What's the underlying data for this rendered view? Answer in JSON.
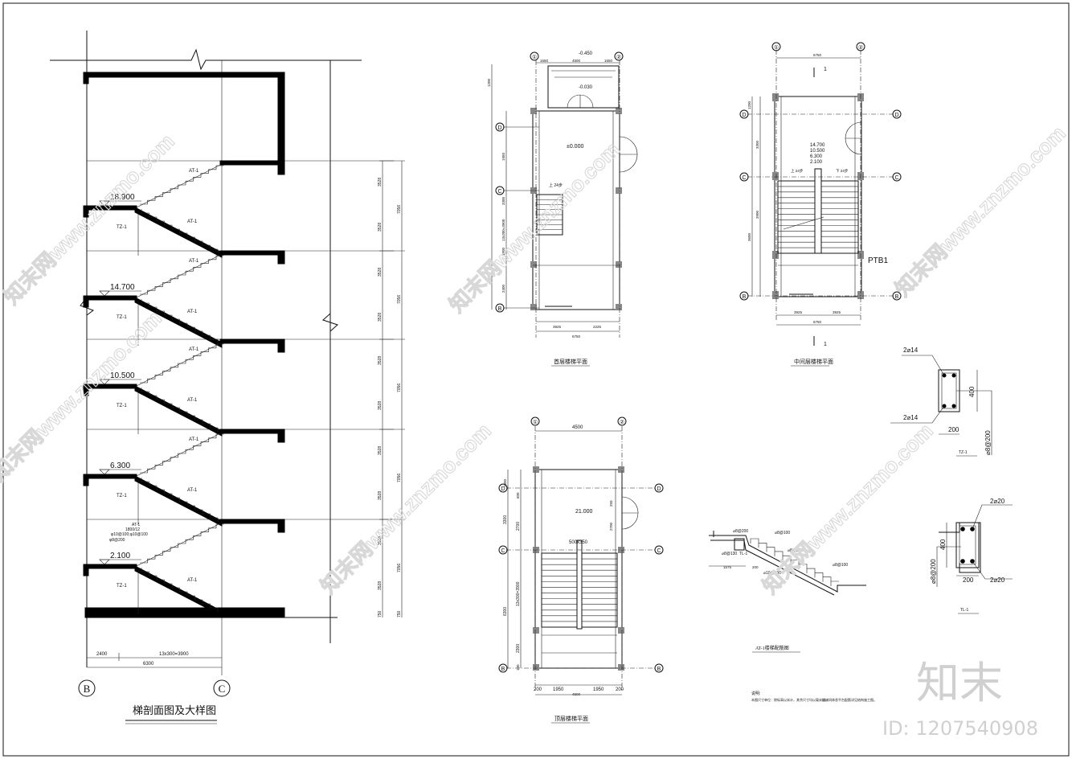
{
  "section": {
    "title": "梯剖面图及大样图",
    "axis_left": "B",
    "axis_right": "C",
    "levels": [
      {
        "elev": "18.900",
        "lower": "TZ-1",
        "upper": "AT-1",
        "upper2": "AT-1"
      },
      {
        "elev": "14.700",
        "lower": "TZ-1",
        "upper": "AT-1",
        "upper2": "AT-1"
      },
      {
        "elev": "10.500",
        "lower": "TZ-1",
        "upper": "AT-1",
        "upper2": "AT-1"
      },
      {
        "elev": "6.300",
        "lower": "TZ-1",
        "upper": "AT-1",
        "upper2": "AT-1"
      },
      {
        "elev": "2.100",
        "lower": "TZ-1",
        "upper": "AT-1",
        "upper2": "AT-1"
      }
    ],
    "first_flight_notes": [
      "AT-1",
      "1800/12",
      "φ10@100;φ10@100",
      "φ8@200"
    ],
    "dim_right_half": "3528",
    "dim_right_full": "7056",
    "dim_right_bottom": "750",
    "dim_bottom_a": "2400",
    "dim_bottom_b": "13x300=3900",
    "dim_bottom_total": "6300"
  },
  "plan_ground": {
    "caption": "首层楼梯平面",
    "axis_top": [
      "①",
      "②"
    ],
    "axis_side": [
      "D",
      "C",
      "B"
    ],
    "elev_top": "-0.450",
    "elev_step": "-0.030",
    "elev_floor": "±0.000",
    "stair_note": "上 24步",
    "dim_top": [
      "1650",
      "4500",
      "1650"
    ],
    "dim_bottom": [
      "3925",
      "2225"
    ],
    "dim_total": "6750",
    "dim_side": [
      "1200",
      "1950",
      "3300",
      "1800",
      "13x300=3900",
      "2400"
    ]
  },
  "plan_mid": {
    "caption": "中间层楼梯平面",
    "axis_top": [
      "①",
      "②"
    ],
    "axis_side": [
      "D",
      "C",
      "B"
    ],
    "section_mark": "1",
    "dim_total": "6750",
    "elevs": [
      "14.700",
      "10.500",
      "6.300",
      "2.100"
    ],
    "up_note": "上 24步",
    "down_note": "下 24步",
    "ptb": "PTB1",
    "dim_bottom": [
      "3925",
      "3925"
    ],
    "dim_side": [
      "1200",
      "3300",
      "3900",
      "3600"
    ]
  },
  "plan_top": {
    "caption": "顶层楼梯平面",
    "axis_top": [
      "①",
      "②"
    ],
    "axis_side": [
      "D",
      "C",
      "B"
    ],
    "dim_top": "4500",
    "elev": "21.000",
    "note": "500x350",
    "dim_bottom": [
      "200",
      "1950",
      "1950",
      "200"
    ],
    "dim_bottom_total": "4500",
    "dim_side": [
      "1000",
      "600",
      "2700",
      "3300",
      "13x300=3900",
      "6300",
      "2300",
      "100"
    ],
    "dim_right": [
      "250",
      "2700"
    ]
  },
  "detail_tz": {
    "caption": "TZ-1",
    "top": "2⌀14",
    "bottom": "2⌀14",
    "height": "400",
    "width": "200",
    "stirrup": "⌀8@200"
  },
  "detail_tl": {
    "caption": "TL-1",
    "top": "2⌀20",
    "bottom": "2⌀20",
    "height": "400",
    "width": "200",
    "stirrup": "⌀8@200"
  },
  "detail_at": {
    "caption": "AT-1楼梯配筋图",
    "labels": [
      "⌀8@200",
      "⌀8@100",
      "⌀8@200",
      "⌀8@100",
      "⌀8@130",
      "TL-1",
      "⌀10@130"
    ],
    "dims": [
      "1575",
      "200"
    ],
    "notes_title": "说明:",
    "notes": [
      "本图尺寸单位：除标高以米计，其余尺寸均以毫米计。",
      "楼梯间休息平台配筋详见结构施工图。"
    ]
  },
  "watermark": {
    "text": "知末网www.znzmo.com",
    "logo": "知末",
    "id": "ID: 1207540908"
  },
  "colors": {
    "ink": "#111111",
    "watermark": "#d8d8d8"
  }
}
